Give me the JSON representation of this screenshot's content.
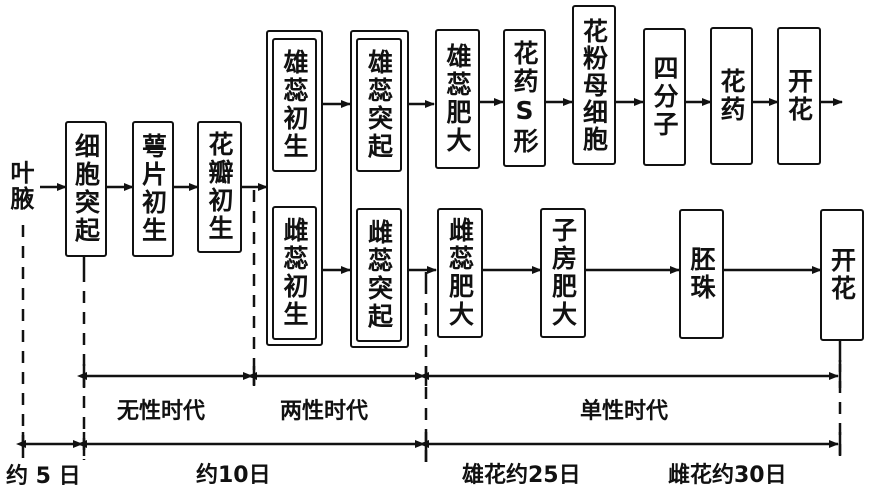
{
  "start_label": "叶腋",
  "common_stages": [
    {
      "id": "cell-protrusion",
      "text": "细胞突起"
    },
    {
      "id": "sepal-initiation",
      "text": "萼片初生"
    },
    {
      "id": "petal-initiation",
      "text": "花瓣初生"
    }
  ],
  "bisexual_group": {
    "initiation": {
      "male": "雄蕊初生",
      "female": "雌蕊初生"
    },
    "protrusion": {
      "male": "雄蕊突起",
      "female": "雌蕊突起"
    }
  },
  "male_path": [
    {
      "id": "stamen-enlarge",
      "text": "雄蕊肥大"
    },
    {
      "id": "anther-s-shape",
      "text": "花药S形"
    },
    {
      "id": "pollen-mother-cell",
      "text": "花粉母细胞"
    },
    {
      "id": "tetrad",
      "text": "四分子"
    },
    {
      "id": "anther",
      "text": "花药"
    },
    {
      "id": "male-bloom",
      "text": "开花"
    }
  ],
  "female_path": [
    {
      "id": "pistil-enlarge",
      "text": "雌蕊肥大"
    },
    {
      "id": "ovary-enlarge",
      "text": "子房肥大"
    },
    {
      "id": "ovule",
      "text": "胚珠"
    },
    {
      "id": "female-bloom",
      "text": "开花"
    }
  ],
  "periods": {
    "asexual": "无性时代",
    "bisexual": "两性时代",
    "unisexual": "单性时代"
  },
  "durations": {
    "first": "约 5 日",
    "second": "约10日",
    "male": "雄花约25日",
    "female": "雌花约30日"
  },
  "colors": {
    "ink": "#111111",
    "background": "#ffffff"
  }
}
